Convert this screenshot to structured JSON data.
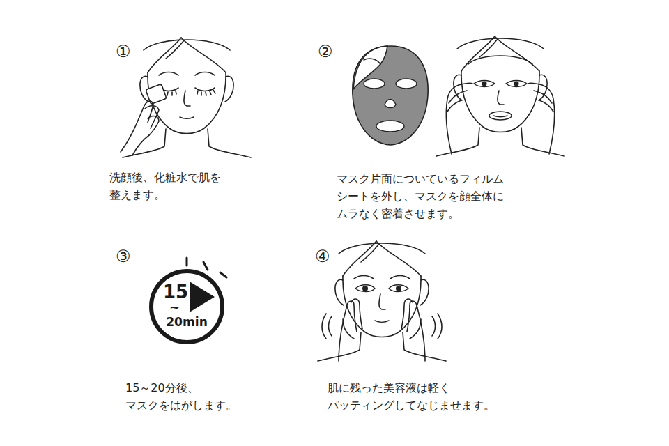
{
  "diagram": {
    "nodes": [
      {
        "text": [
          "15",
          "~",
          "20min"
        ]
      }
    ],
    "labels": [
      "①",
      "洗顔後、化粧水で肌を 整えます。",
      "②",
      "マスク片面についているフィルム シートを外し、マスクを顔全体に ムラなく密着させます。",
      "③",
      "15～20分後、 マスクをはがします。",
      "④",
      "肌に残った美容液は軽く パッティングしてなじませます。"
    ]
  }
}
